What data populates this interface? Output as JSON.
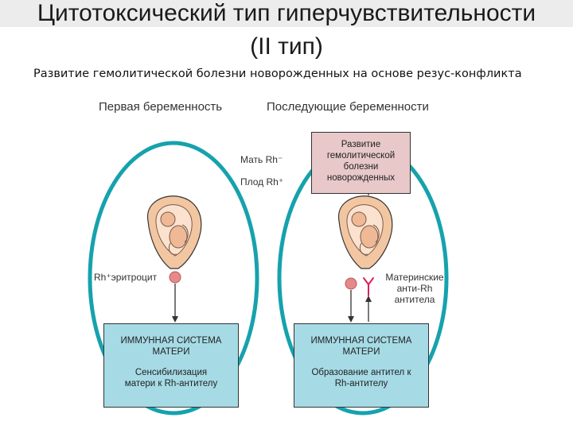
{
  "title": {
    "line1": "Цитотоксический тип гиперчувствительности",
    "line2": "(II тип)"
  },
  "subtitle": "Развитие гемолитической болезни новорожденных на основе резус-конфликта",
  "columns": {
    "first": "Первая беременность",
    "next": "Последующие беременности"
  },
  "legend": {
    "mother": "Мать Rh⁻",
    "fetus": "Плод Rh⁺"
  },
  "labels": {
    "rh_erythrocyte": "Rh⁺эритроцит",
    "antibodies_line1": "Материнские",
    "antibodies_line2": "анти-Rh",
    "antibodies_line3": "антитела"
  },
  "disease_box": {
    "line1": "Развитие",
    "line2": "гемолитической",
    "line3": "болезни",
    "line4": "новорожденных"
  },
  "immune_left": {
    "title_line1": "ИММУННАЯ СИСТЕМА",
    "title_line2": "МАТЕРИ",
    "desc_line1": "Сенсибилизация",
    "desc_line2": "матери к Rh-антителу"
  },
  "immune_right": {
    "title_line1": "ИММУННАЯ СИСТЕМА",
    "title_line2": "МАТЕРИ",
    "desc_line1": "Образование антител к",
    "desc_line2": "Rh-антителу"
  },
  "colors": {
    "oval": "#16a2ad",
    "immune_box": "#a6dbe6",
    "disease_box": "#e8c8c9",
    "erythrocyte": "#e58a8a",
    "antibody": "#d8205a",
    "uterus": "#f3c6a2"
  }
}
